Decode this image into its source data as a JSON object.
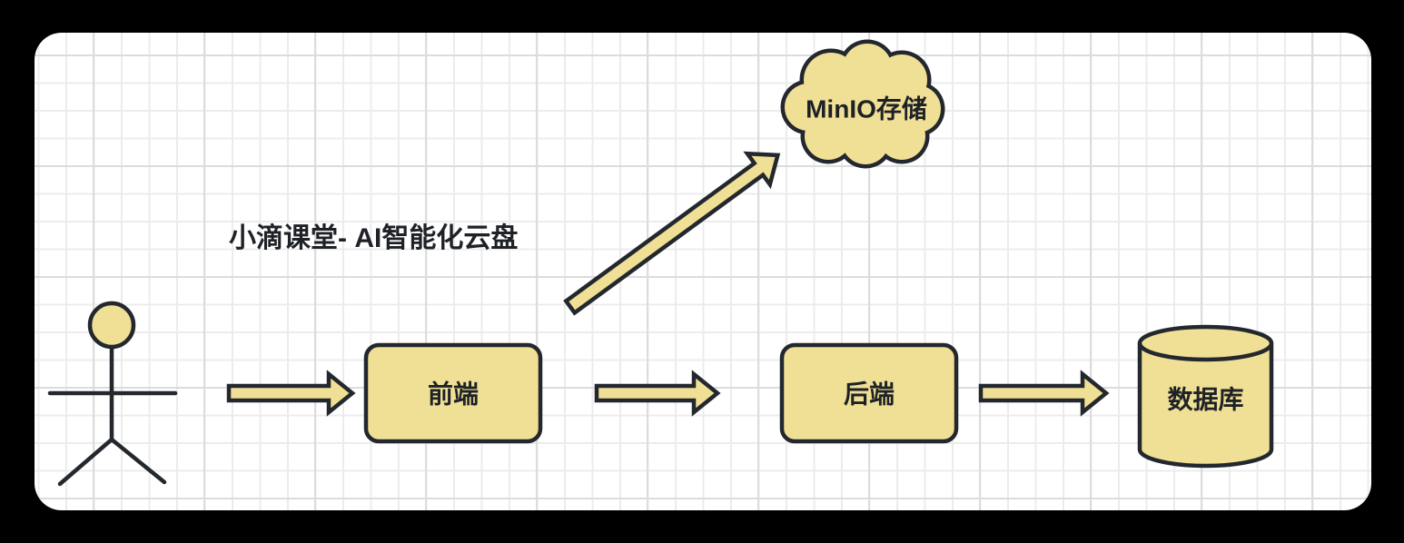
{
  "scene": {
    "outer_background_color": "#000000",
    "canvas_color": "#FFFFFF",
    "grid_minor_color": "#ECECEC",
    "grid_major_color": "#DCDCDC",
    "shape_fill_color": "#F0E095",
    "shape_stroke_color": "#23272E",
    "text_color": "#1E2126"
  },
  "diagram": {
    "title": "小滴课堂- AI智能化云盘",
    "nodes": {
      "user": {
        "type": "stick-figure",
        "label": ""
      },
      "frontend": {
        "type": "rounded-rect",
        "label": "前端"
      },
      "backend": {
        "type": "rounded-rect",
        "label": "后端"
      },
      "database": {
        "type": "cylinder",
        "label": "数据库"
      },
      "storage": {
        "type": "cloud",
        "label": "MinIO存储"
      }
    },
    "edges": [
      {
        "from": "user",
        "to": "frontend",
        "style": "block-arrow"
      },
      {
        "from": "frontend",
        "to": "backend",
        "style": "block-arrow"
      },
      {
        "from": "backend",
        "to": "database",
        "style": "block-arrow"
      },
      {
        "from": "frontend",
        "to": "storage",
        "style": "block-arrow-diagonal"
      }
    ]
  }
}
